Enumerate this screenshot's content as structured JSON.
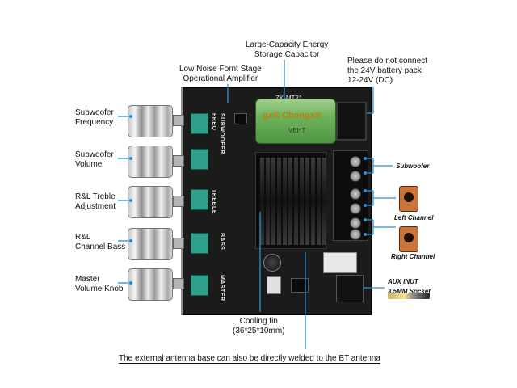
{
  "labels": {
    "subwoofer_frequency": [
      "Subwoofer",
      "Frequency"
    ],
    "subwoofer_volume": [
      "Subwoofer",
      "Volume"
    ],
    "treble_adjustment": [
      "R&L Treble",
      "Adjustment"
    ],
    "channel_bass": [
      "R&L",
      "Channel Bass"
    ],
    "master_volume": [
      "Master",
      "Volume Knob"
    ],
    "op_amp": [
      "Low Noise Fornt Stage",
      "Operational Amplifier"
    ],
    "capacitor": [
      "Large-Capacity Energy",
      "Storage Capacitor"
    ],
    "battery_warning": [
      "Please do not connect",
      "the 24V battery pack",
      "12-24V (DC)"
    ],
    "subwoofer_output": "Subwoofer",
    "left_channel": "Left Channel",
    "right_channel": "Right Channel",
    "aux_input": [
      "AUX INUT",
      "3.5MM Socket"
    ],
    "cooling_fin": [
      "Cooling fin",
      "(36*25*10mm)"
    ],
    "bt_antenna_note": "The external antenna base can also be directly welded to the  BT  antenna"
  },
  "board": {
    "silk": {
      "freq": "FREQ",
      "subwoofer": "SUBWOOFER",
      "treble": "TREBLE",
      "bass": "BASS",
      "master": "MASTER",
      "model": "ZK-MT21"
    },
    "capacitor_brand": "gx® Chongx®",
    "capacitor_marking": "VEHT"
  },
  "colors": {
    "leader_line": "#2a8fd6",
    "board": "#1b1b1b",
    "potentiometer": "#2f9f8c",
    "capacitor": "#6fb25c",
    "speaker": "#c9743b"
  }
}
